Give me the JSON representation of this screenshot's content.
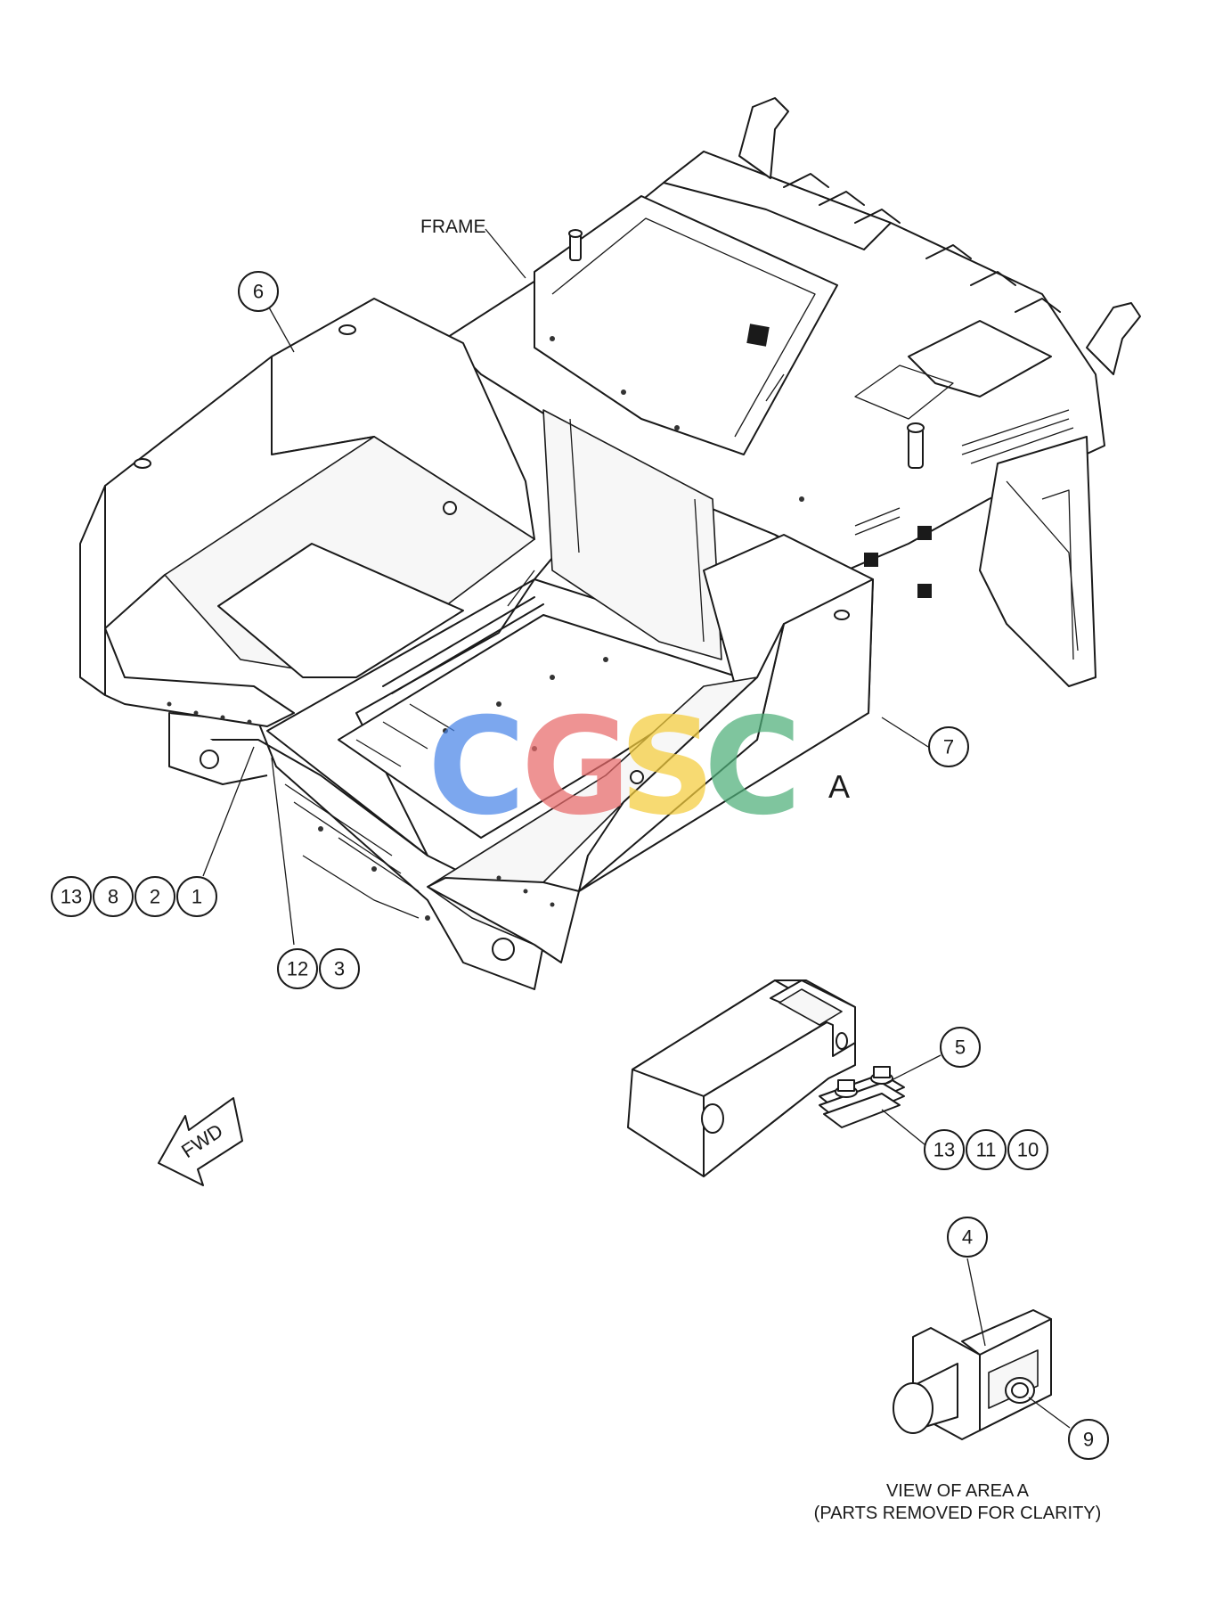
{
  "labels": {
    "frame": "FRAME",
    "area_marker": "A",
    "fwd": "FWD",
    "caption_line1": "VIEW OF AREA A",
    "caption_line2": "(PARTS REMOVED FOR CLARITY)"
  },
  "watermark": {
    "letters": [
      "C",
      "G",
      "S",
      "C"
    ],
    "colors": [
      "#4a86e8",
      "#e86a6a",
      "#f5cd3c",
      "#4fb07a"
    ]
  },
  "callouts": {
    "c6": "6",
    "c7": "7",
    "c13a": "13",
    "c8": "8",
    "c2": "2",
    "c1": "1",
    "c12": "12",
    "c3": "3",
    "c5": "5",
    "c13b": "13",
    "c11": "11",
    "c10": "10",
    "c4": "4",
    "c9": "9"
  }
}
